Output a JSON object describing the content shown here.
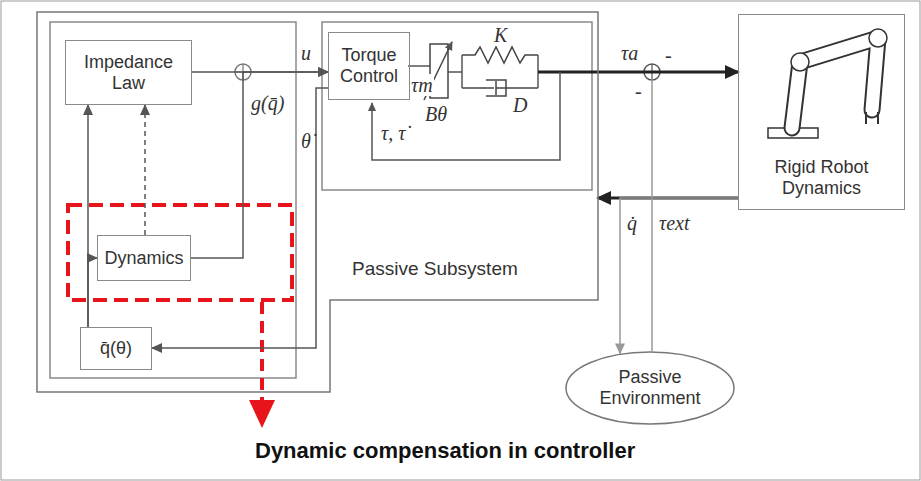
{
  "diagram": {
    "caption": "Dynamic compensation in controller",
    "nodes": [
      {
        "text": [
          "Passive Subsystem"
        ]
      },
      {
        "text": [
          "Impedance Law"
        ],
        "in": 0
      },
      {
        "text": [
          "Dynamics"
        ],
        "in": 0
      },
      {
        "text": [
          "q̄(θ)"
        ],
        "in": 0
      },
      {
        "text": [
          "Torque Control"
        ],
        "in": 0
      },
      {
        "text": [
          "Rigid Robot Dynamics"
        ]
      },
      {
        "text": [
          "Passive Environment"
        ]
      }
    ],
    "edges": [
      {
        "from": 3,
        "to": 1,
        "arrow": "to"
      },
      {
        "from": 3,
        "to": 2,
        "arrow": "to"
      },
      {
        "from": 2,
        "to": 1,
        "arrow": "to"
      },
      {
        "from": 1,
        "to": 4,
        "arrow": "to"
      },
      {
        "from": 2,
        "to": 4,
        "arrow": "to"
      },
      {
        "from": 4,
        "to": 3,
        "arrow": "to"
      },
      {
        "from": 5,
        "to": 0,
        "arrow": "to"
      },
      {
        "from": 5,
        "to": 6,
        "label": "q̇",
        "arrow": "to"
      },
      {
        "from": 6,
        "to": 5,
        "label": "τext",
        "arrow": "to"
      },
      {
        "from": 0,
        "to": 5,
        "label": "τa",
        "arrow": "to"
      }
    ],
    "labels": [
      "u",
      "g(q̄)",
      "θ̇",
      "τm",
      "Bθ",
      "K",
      "D",
      "τ, τ̇",
      "-",
      "-"
    ]
  }
}
